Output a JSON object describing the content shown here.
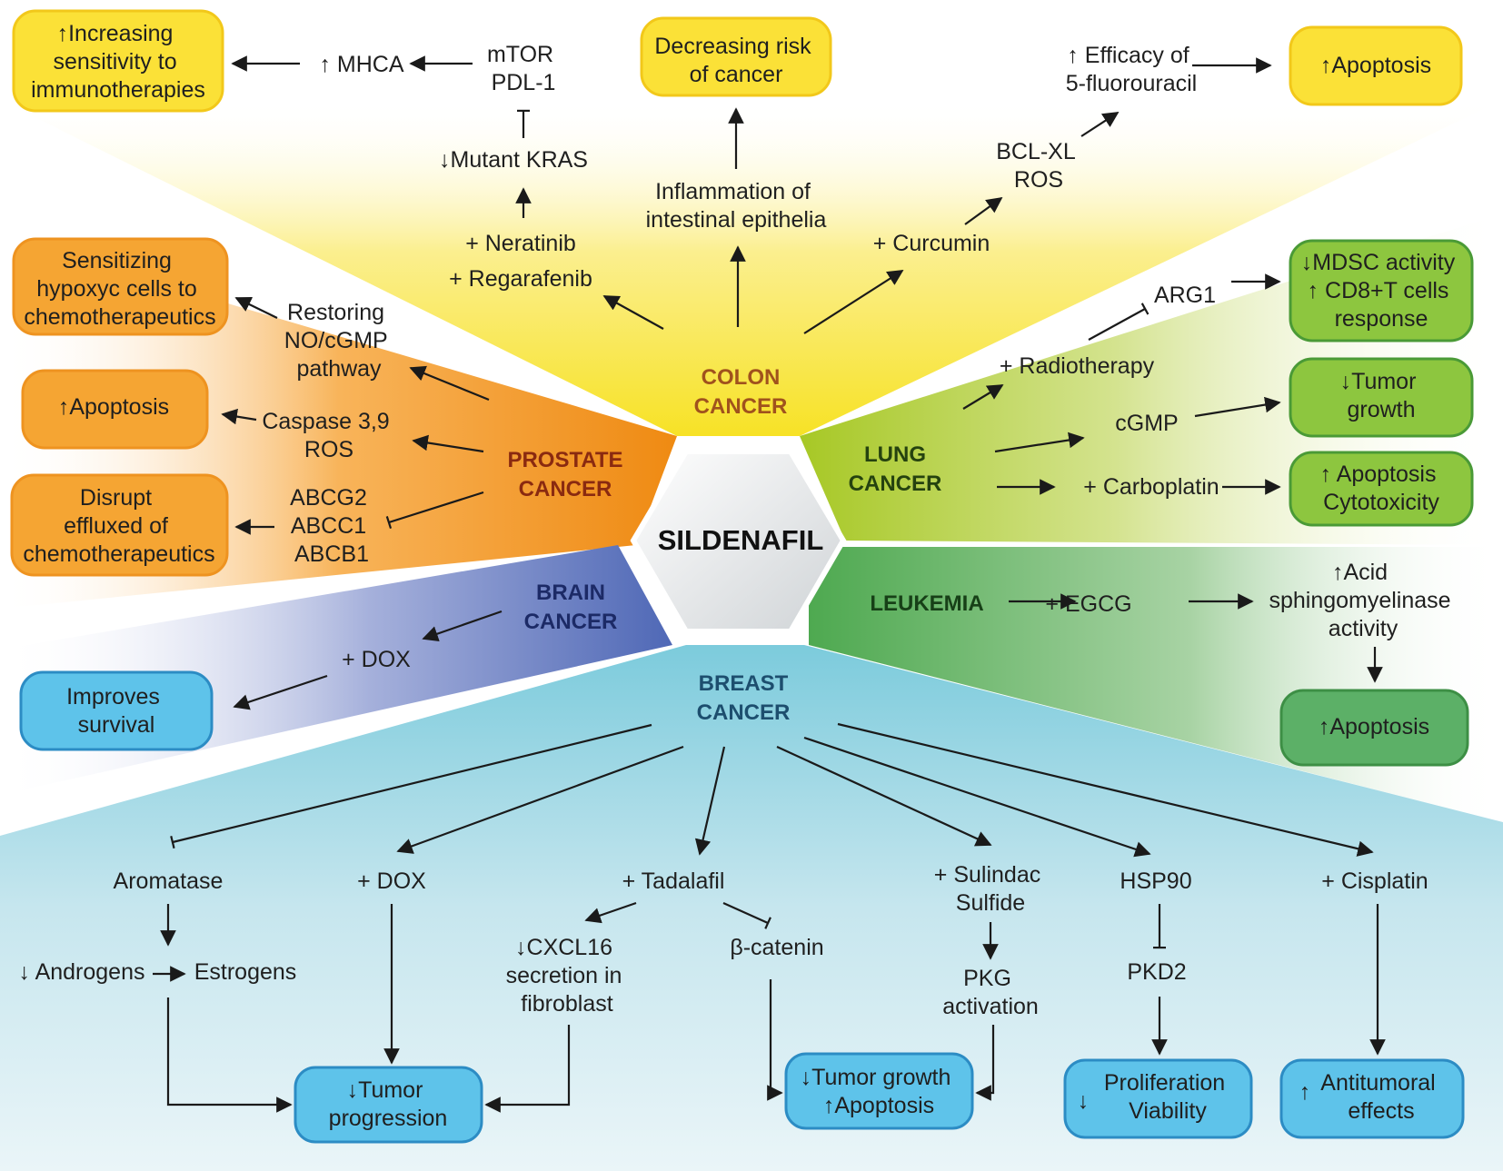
{
  "center": {
    "label": "SILDENAFIL"
  },
  "sections": {
    "colon": {
      "line1": "COLON",
      "line2": "CANCER",
      "color": "#a0521d"
    },
    "prostate": {
      "line1": "PROSTATE",
      "line2": "CANCER",
      "color": "#8a2a10"
    },
    "lung": {
      "line1": "LUNG",
      "line2": "CANCER",
      "color": "#25420f"
    },
    "brain": {
      "line1": "BRAIN",
      "line2": "CANCER",
      "color": "#1c2a66"
    },
    "leukemia": {
      "line1": "LEUKEMIA",
      "color": "#174017"
    },
    "breast": {
      "line1": "BREAST",
      "line2": "CANCER",
      "color": "#1d4e6e"
    }
  },
  "colon": {
    "box_immuno": [
      "↑Increasing",
      "sensitivity to",
      "immunotherapies"
    ],
    "mhca": "↑ MHCA",
    "mtor": [
      "mTOR",
      "PDL-1"
    ],
    "kras": "↓Mutant KRAS",
    "neratinib": "+ Neratinib",
    "regarafenib": "+ Regarafenib",
    "box_risk": [
      "Decreasing risk",
      "of cancer"
    ],
    "inflammation": [
      "Inflammation of",
      "intestinal epithelia"
    ],
    "efficacy": [
      "↑ Efficacy of",
      "5-fluorouracil"
    ],
    "box_apoptosis": "↑Apoptosis",
    "bclxl": [
      "BCL-XL",
      "ROS"
    ],
    "curcumin": "+ Curcumin"
  },
  "prostate": {
    "box_sensitizing": [
      "Sensitizing",
      "hypoxyc cells to",
      "chemotherapeutics"
    ],
    "restoring": [
      "Restoring",
      "NO/cGMP",
      "pathway"
    ],
    "box_apoptosis": "↑Apoptosis",
    "caspase": [
      "Caspase 3,9",
      "ROS"
    ],
    "box_disrupt": [
      "Disrupt",
      "effluxed of",
      "chemotherapeutics"
    ],
    "abc": [
      "ABCG2",
      "ABCC1",
      "ABCB1"
    ]
  },
  "lung": {
    "arg1": "ARG1",
    "box_mdsc": [
      "↓MDSC activity",
      "↑ CD8+T cells",
      "response"
    ],
    "radiotherapy": "+ Radiotherapy",
    "cgmp": "cGMP",
    "box_tumor": [
      "↓Tumor",
      "growth"
    ],
    "carboplatin": "+ Carboplatin",
    "box_apoptosis": [
      "↑ Apoptosis",
      "Cytotoxicity"
    ]
  },
  "brain": {
    "dox": "+ DOX",
    "box_survival": [
      "Improves",
      "survival"
    ]
  },
  "leukemia": {
    "egcg": "+ EGCG",
    "acid": [
      "↑Acid",
      "sphingomyelinase",
      "activity"
    ],
    "box_apoptosis": "↑Apoptosis"
  },
  "breast": {
    "aromatase": "Aromatase",
    "androgens": "↓ Androgens",
    "estrogens": "Estrogens",
    "dox": "+ DOX",
    "tadalafil": "+ Tadalafil",
    "cxcl16": [
      "↓CXCL16",
      "secretion in",
      "fibroblast"
    ],
    "catenin": "β-catenin",
    "sulindac": [
      "+ Sulindac",
      "Sulfide"
    ],
    "pkg": [
      "PKG",
      "activation"
    ],
    "hsp90": "HSP90",
    "pkd2": "PKD2",
    "cisplatin": "+ Cisplatin",
    "box_progression": [
      "↓Tumor",
      "progression"
    ],
    "box_growth": [
      "↓Tumor growth",
      "↑Apoptosis"
    ],
    "box_proliferation": [
      "Proliferation",
      "Viability"
    ],
    "box_proliferation_arrow": "↓",
    "box_antitumoral": [
      "Antitumoral",
      "effects"
    ],
    "box_antitumoral_arrow": "↑"
  },
  "colors": {
    "yellow_box": "#fbe137",
    "orange_box": "#f5a533",
    "green_box": "#8dc63f",
    "dark_green_box": "#5cb067",
    "blue_box": "#5ec3ea"
  }
}
